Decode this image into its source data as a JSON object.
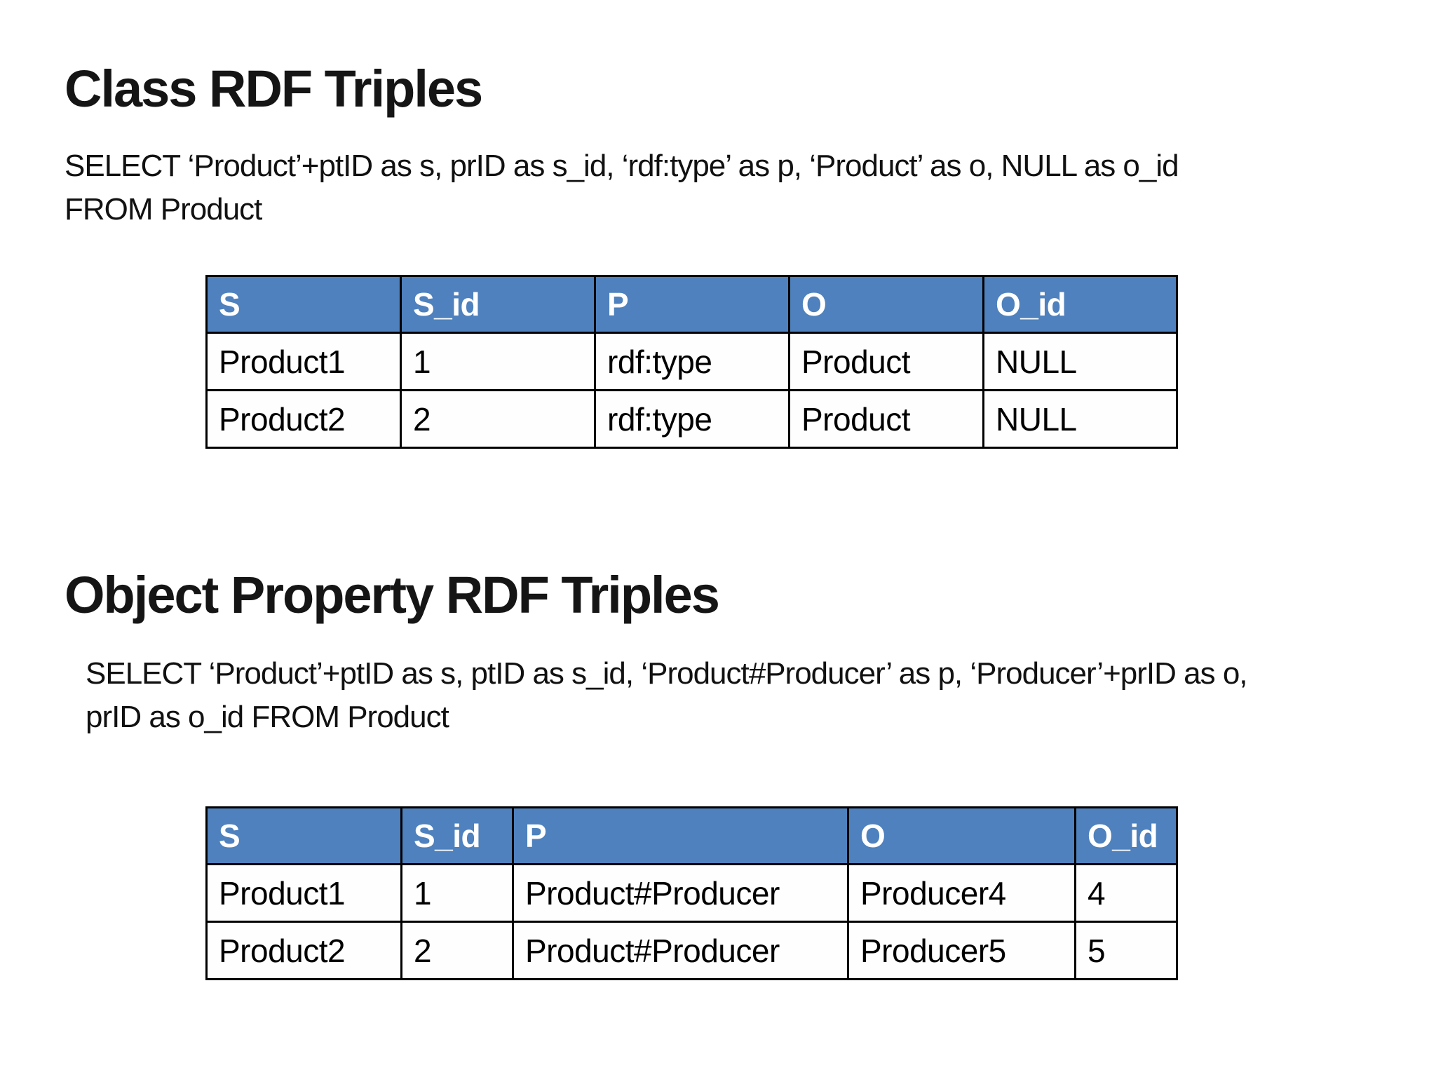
{
  "sections": [
    {
      "title": "Class RDF Triples",
      "sql": "SELECT ‘Product’+ptID as s, prID as s_id, ‘rdf:type’ as p, ‘Product’ as o, NULL as o_id\nFROM Product"
    },
    {
      "title": "Object Property RDF Triples",
      "sql": "SELECT ‘Product’+ptID as s, ptID as s_id, ‘Product#Producer’ as p, ‘Producer’+prID as o,\nprID as o_id FROM Product"
    }
  ],
  "tables": [
    {
      "name": "class-rdf-triples",
      "headers": [
        "S",
        "S_id",
        "P",
        "O",
        "O_id"
      ],
      "rows": [
        [
          "Product1",
          "1",
          "rdf:type",
          "Product",
          "NULL"
        ],
        [
          "Product2",
          "2",
          "rdf:type",
          "Product",
          "NULL"
        ]
      ]
    },
    {
      "name": "object-property-rdf-triples",
      "headers": [
        "S",
        "S_id",
        "P",
        "O",
        "O_id"
      ],
      "rows": [
        [
          "Product1",
          "1",
          "Product#Producer",
          "Producer4",
          "4"
        ],
        [
          "Product2",
          "2",
          "Product#Producer",
          "Producer5",
          "5"
        ]
      ]
    }
  ],
  "colors": {
    "table_header_bg": "#4E81BD",
    "table_header_text": "#FFFFFF",
    "table_border": "#000000",
    "body_text": "#111111",
    "slide_bg": "#FFFFFF"
  }
}
